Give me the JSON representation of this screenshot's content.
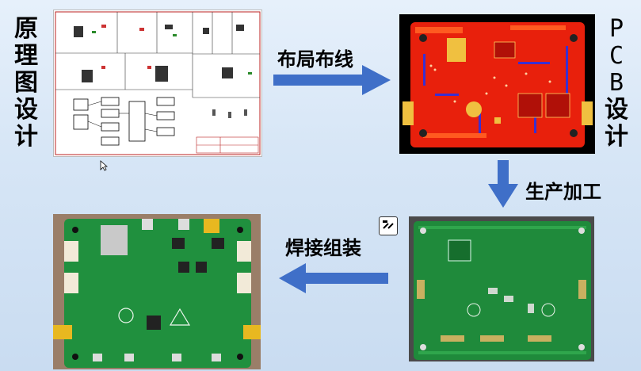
{
  "steps": {
    "schematic": "原理图设计",
    "layout": "布局布线",
    "pcb": "PCB设计",
    "production": "生产加工",
    "assembly": "焊接组装"
  },
  "colors": {
    "arrow": "#3f6fc8",
    "pcb_red": "#e8200c",
    "board_green": "#1f8a3b"
  }
}
